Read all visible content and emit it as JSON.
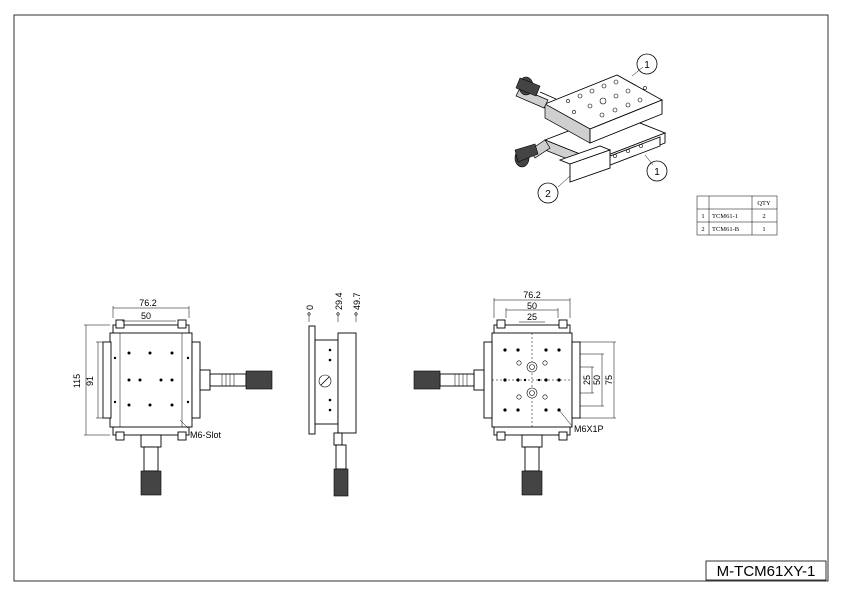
{
  "drawing": {
    "code": "M-TCM61XY-1",
    "balloons": [
      "1",
      "1",
      "2"
    ],
    "bom": {
      "header_qty": "QTY",
      "rows": [
        {
          "no": "1",
          "part": "TCM61-1",
          "qty": "2"
        },
        {
          "no": "2",
          "part": "TCM61-B",
          "qty": "1"
        }
      ]
    },
    "top_view": {
      "dim_outer": "76.2",
      "dim_inner": "50",
      "dim_height": "115",
      "dim_height_inner": "91",
      "callout": "M6-Slot"
    },
    "side_view": {
      "dim_0": "0",
      "dim_1": "29.4",
      "dim_2": "49.7"
    },
    "bottom_view": {
      "dim_outer": "76.2",
      "dim_mid": "50",
      "dim_inner": "25",
      "dim_v1": "25",
      "dim_v2": "50",
      "dim_v3": "75",
      "callout": "M6X1P"
    }
  }
}
